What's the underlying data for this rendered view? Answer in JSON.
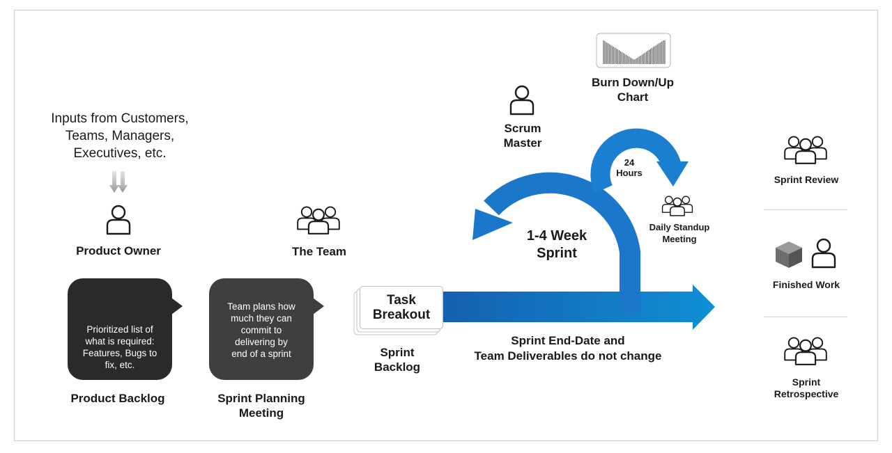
{
  "inputs": {
    "text": "Inputs from Customers,\nTeams, Managers,\nExecutives, etc."
  },
  "product_owner": {
    "label": "Product Owner"
  },
  "the_team": {
    "label": "The Team"
  },
  "product_backlog": {
    "description": "Prioritized list of\nwhat is required:\nFeatures, Bugs to\nfix, etc.",
    "label": "Product Backlog"
  },
  "sprint_planning": {
    "description": "Team plans how\nmuch they can\ncommit to\ndelivering by\nend of a sprint",
    "label": "Sprint Planning\nMeeting"
  },
  "task_breakout": {
    "card_text": "Task\nBreakout",
    "label": "Sprint\nBacklog"
  },
  "scrum_master": {
    "label": "Scrum\nMaster"
  },
  "burn_down": {
    "label": "Burn Down/Up\nChart"
  },
  "sprint_cycle": {
    "text": "1-4 Week\nSprint",
    "hours": "24\nHours"
  },
  "daily_standup": {
    "label": "Daily Standup\nMeeting"
  },
  "sprint_note": {
    "text": "Sprint End-Date and\nTeam Deliverables do not change"
  },
  "outcomes": {
    "sprint_review": "Sprint Review",
    "finished_work": "Finished Work",
    "retrospective": "Sprint\nRetrospective"
  },
  "colors": {
    "blue": "#1a77c9",
    "blue_dark": "#1563ad",
    "blue_light": "#2a8fd6",
    "box_dark": "#2a2a2a",
    "box_mid": "#3f3f3f"
  }
}
